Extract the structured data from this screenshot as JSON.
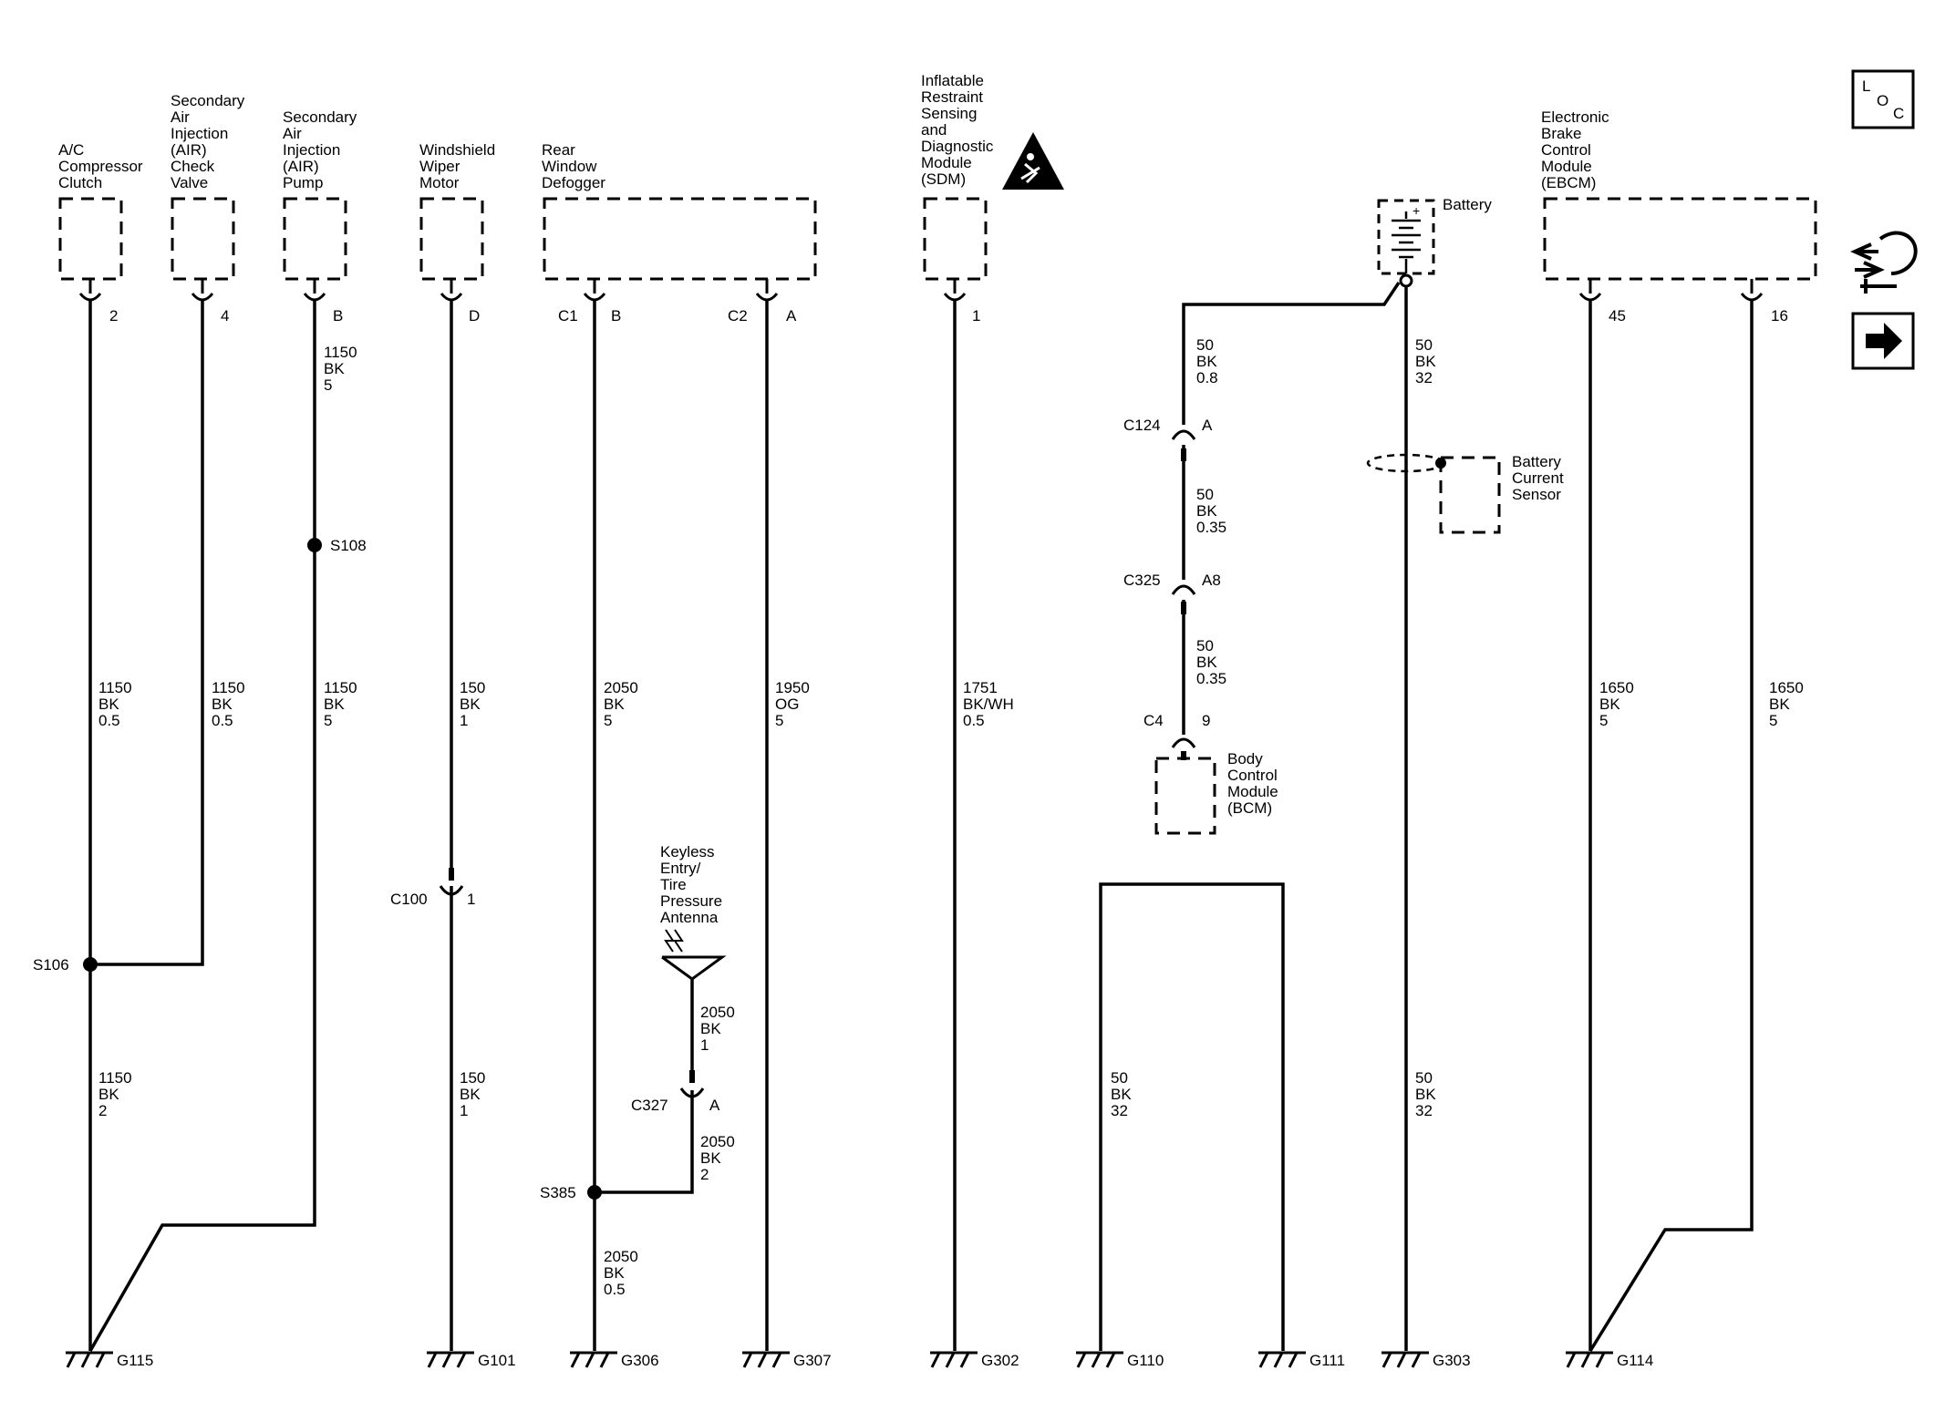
{
  "components": {
    "ac_clutch": [
      "A/C",
      "Compressor",
      "Clutch"
    ],
    "air_check_valve": [
      "Secondary",
      "Air",
      "Injection",
      "(AIR)",
      "Check",
      "Valve"
    ],
    "air_pump": [
      "Secondary",
      "Air",
      "Injection",
      "(AIR)",
      "Pump"
    ],
    "wiper_motor": [
      "Windshield",
      "Wiper",
      "Motor"
    ],
    "rear_defogger": [
      "Rear",
      "Window",
      "Defogger"
    ],
    "sdm": [
      "Inflatable",
      "Restraint",
      "Sensing",
      "and",
      "Diagnostic",
      "Module",
      "(SDM)"
    ],
    "battery": "Battery",
    "battery_current_sensor": [
      "Battery",
      "Current",
      "Sensor"
    ],
    "bcm": [
      "Body",
      "Control",
      "Module",
      "(BCM)"
    ],
    "ebcm": [
      "Electronic",
      "Brake",
      "Control",
      "Module",
      "(EBCM)"
    ],
    "antenna": [
      "Keyless",
      "Entry/",
      "Tire",
      "Pressure",
      "Antenna"
    ]
  },
  "pins": {
    "ac_clutch": "2",
    "air_check_valve": "4",
    "air_pump": "B",
    "wiper_motor": "D",
    "defog_c1_conn": "C1",
    "defog_c1_pin": "B",
    "defog_c2_conn": "C2",
    "defog_c2_pin": "A",
    "sdm": "1",
    "ebcm_45": "45",
    "ebcm_16": "16"
  },
  "wires": {
    "ac_top": [
      "1150",
      "BK",
      "0.5"
    ],
    "check_valve": [
      "1150",
      "BK",
      "0.5"
    ],
    "pump_top": [
      "1150",
      "BK",
      "5"
    ],
    "pump_mid": [
      "1150",
      "BK",
      "5"
    ],
    "ac_bottom": [
      "1150",
      "BK",
      "2"
    ],
    "wiper_top": [
      "150",
      "BK",
      "1"
    ],
    "wiper_bottom": [
      "150",
      "BK",
      "1"
    ],
    "defog_b": [
      "2050",
      "BK",
      "5"
    ],
    "defog_a": [
      "1950",
      "OG",
      "5"
    ],
    "defog_bottom": [
      "2050",
      "BK",
      "0.5"
    ],
    "antenna_top": [
      "2050",
      "BK",
      "1"
    ],
    "antenna_bottom": [
      "2050",
      "BK",
      "2"
    ],
    "sdm": [
      "1751",
      "BK/WH",
      "0.5"
    ],
    "bcm_1": [
      "50",
      "BK",
      "0.8"
    ],
    "bcm_2": [
      "50",
      "BK",
      "0.35"
    ],
    "bcm_3": [
      "50",
      "BK",
      "0.35"
    ],
    "battery_main": [
      "50",
      "BK",
      "32"
    ],
    "battery_bottom": [
      "50",
      "BK",
      "32"
    ],
    "g110_loop": [
      "50",
      "BK",
      "32"
    ],
    "ebcm_45": [
      "1650",
      "BK",
      "5"
    ],
    "ebcm_16": [
      "1650",
      "BK",
      "5"
    ]
  },
  "connectors": {
    "c124": "C124",
    "c124_pin": "A",
    "c325": "C325",
    "c325_pin": "A8",
    "c4": "C4",
    "c4_pin": "9",
    "c100": "C100",
    "c100_pin": "1",
    "c327": "C327",
    "c327_pin": "A"
  },
  "splices": {
    "s106": "S106",
    "s108": "S108",
    "s385": "S385"
  },
  "grounds": {
    "g115": "G115",
    "g101": "G101",
    "g306": "G306",
    "g307": "G307",
    "g302": "G302",
    "g110": "G110",
    "g111": "G111",
    "g303": "G303",
    "g114": "G114"
  },
  "icons": {
    "loc": [
      "L",
      "O",
      "C"
    ],
    "airbag_warning": "airbag-warning-icon",
    "connector_icon": "connector-icon",
    "next_arrow": "next-arrow-icon"
  }
}
